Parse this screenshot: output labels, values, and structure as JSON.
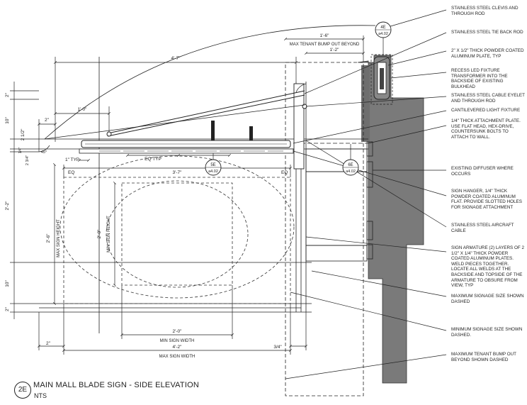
{
  "title": "MAIN MALL BLADE SIGN - SIDE ELEVATION",
  "scale": "NTS",
  "detail_id": "2E",
  "dimensions": {
    "overall_width": "4'-7\"",
    "bump_out": "1'-6\"",
    "bump_out_label": "MAX TENANT BUMP OUT BEYOND",
    "bump_inner": "1'-2\"",
    "rod_gap": "1'-0\"",
    "left_offset": "2\"",
    "one_typ": "1\" TYP",
    "eq_typ": "EQ TYP",
    "eq": "EQ",
    "eq2": "EQ",
    "center_dim": "3'-7\"",
    "top_2": "2\"",
    "ten_top": "10\"",
    "two_half": "2 1/2\"",
    "one_q": "1/4\"",
    "two_three_q": "2 3/4\"",
    "two_two": "2'-2\"",
    "ten_bot": "10\"",
    "bot_2": "2\"",
    "max_h": "2'-6\"",
    "max_h_label": "MAX SIGN HEIGHT",
    "min_h": "2'-0\"",
    "min_h_label": "MIN SIGN HEIGHT",
    "min_w": "2'-0\"",
    "min_w_label": "MIN SIGN WIDTH",
    "max_w": "4'-2\"",
    "max_w_label": "MAX SIGN WIDTH",
    "bottom_left_2": "2\"",
    "three_q": "3/4\"",
    "angle": "45°"
  },
  "callouts": [
    {
      "id": "4E",
      "sheet": "a4.02"
    },
    {
      "id": "6E",
      "sheet": "a4.02"
    },
    {
      "id": "5E",
      "sheet": "a4.02"
    }
  ],
  "notes": [
    "STAINLESS STEEL CLEVIS AND THROUGH ROD",
    "STAINLESS STEEL TIE BACK ROD",
    "2\" X 1/2\" THICK POWDER COATED ALUMINUM PLATE, TYP",
    "RECESS LED FIXTURE TRANSFORMER INTO THE BACKSIDE OF EXISTING BULKHEAD",
    "STAINLESS STEEL CABLE EYELET AND THROUGH ROD",
    "CANTILEVERED LIGHT FIXTURE",
    "1/4\" THICK ATTACHMENT PLATE. USE FLAT HEAD, HEX-DRIVE, COUNTERSUNK BOLTS TO ATTACH TO WALL.",
    "EXISTING DIFFUSER WHERE OCCURS",
    "SIGN HANGER, 1/4\" THICK POWDER COATED ALUMINUM FLAT. PROVIDE SLOTTED HOLES FOR SIGNAGE ATTACHMENT",
    "STAINLESS STEEL AIRCRAFT CABLE",
    "SIGN ARMATURE (2) LAYERS OF 2 1/2\" X 1/4\" THICK POWDER COATED ALUMINUM PLATES. WELD PIECES TOGETHER. LOCATE ALL WELDS AT THE BACKSIDE AND TOPSIDE OF THE ARMATURE TO OBSURE FROM VIEW, TYP",
    "MAXIMUM SIGNAGE SIZE SHOWN DASHED",
    "MINIMUM SIGNAGE SIZE SHOWN DASHED.",
    "MAXIMUM TENANT BUMP OUT BEYOND SHOWN DASHED"
  ]
}
